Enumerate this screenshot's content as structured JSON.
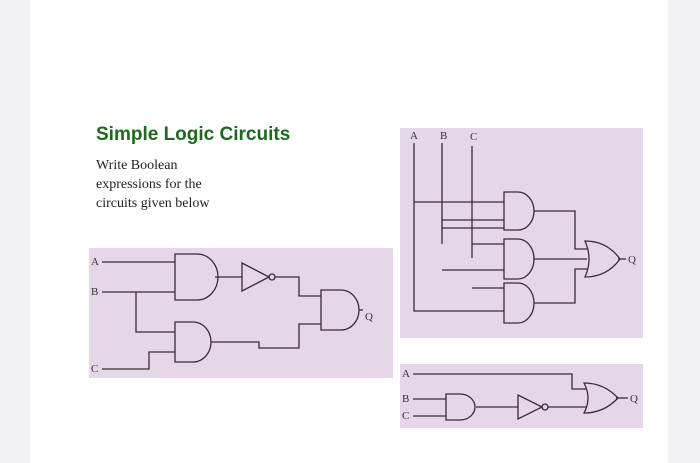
{
  "slide": {
    "title": "Simple Logic Circuits",
    "body": "Write Boolean expressions for the circuits given below"
  },
  "circuit1": {
    "input_a": "A",
    "input_b": "B",
    "input_c": "C",
    "output": "Q"
  },
  "circuit2": {
    "input_a": "A",
    "input_b": "B",
    "input_c": "C",
    "output": "Q"
  },
  "circuit3": {
    "input_a": "A",
    "input_b": "B",
    "input_c": "C",
    "output": "Q"
  },
  "colors": {
    "title": "#1b6b1b",
    "panel": "#e6d6ea",
    "line": "#3a2a3a"
  }
}
